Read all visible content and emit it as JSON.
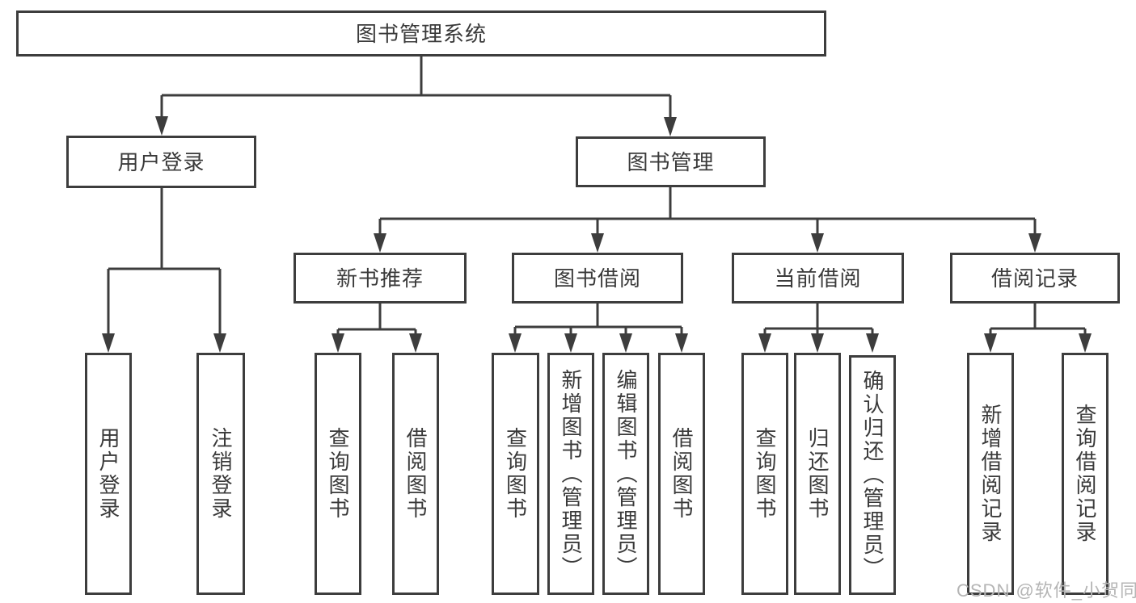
{
  "diagram": {
    "title": "图书管理系统",
    "root": "图书管理系统",
    "branches": [
      {
        "label": "用户登录",
        "children": [
          "用户登录",
          "注销登录"
        ]
      },
      {
        "label": "图书管理",
        "sections": [
          {
            "label": "新书推荐",
            "children": [
              "查询图书",
              "借阅图书"
            ]
          },
          {
            "label": "图书借阅",
            "children": [
              "查询图书",
              "新增图书（管理员）",
              "编辑图书（管理员）",
              "借阅图书"
            ]
          },
          {
            "label": "当前借阅",
            "children": [
              "查询图书",
              "归还图书",
              "确认归还（管理员）"
            ]
          },
          {
            "label": "借阅记录",
            "children": [
              "新增借阅记录",
              "查询借阅记录"
            ]
          }
        ]
      }
    ]
  },
  "watermark": {
    "text": "CSDN @软件_小贺同学"
  },
  "colors": {
    "line": "#3d3d3d",
    "node_border": "#3d3d3d",
    "text": "#3a3a3a",
    "background": "#ffffff",
    "watermark": "#b5b5b5"
  }
}
